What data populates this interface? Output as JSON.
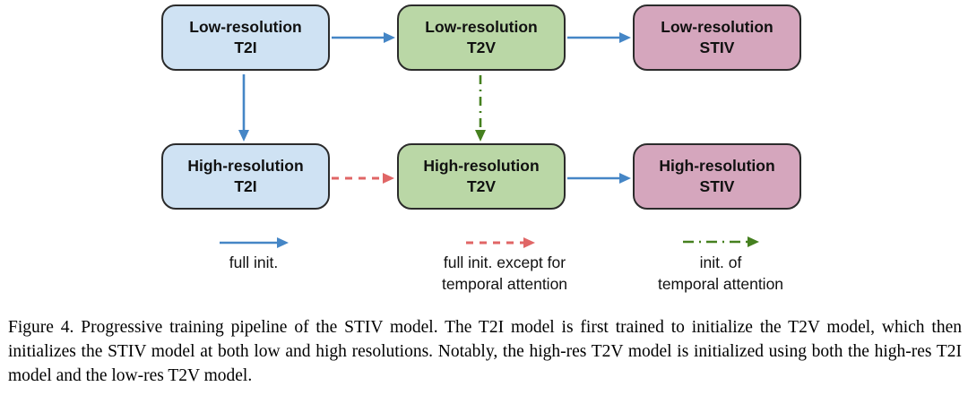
{
  "diagram": {
    "boxes": [
      {
        "line1": "Low-resolution",
        "line2": "T2I"
      },
      {
        "line1": "Low-resolution",
        "line2": "T2V"
      },
      {
        "line1": "Low-resolution",
        "line2": "STIV"
      },
      {
        "line1": "High-resolution",
        "line2": "T2I"
      },
      {
        "line1": "High-resolution",
        "line2": "T2V"
      },
      {
        "line1": "High-resolution",
        "line2": "STIV"
      }
    ],
    "legend": [
      {
        "line1": "full init.",
        "line2": "",
        "arrow_style": "solid blue"
      },
      {
        "line1": "full init. except for",
        "line2": "temporal attention",
        "arrow_style": "dashed red"
      },
      {
        "line1": "init. of",
        "line2": "temporal attention",
        "arrow_style": "dash-dot green"
      }
    ]
  },
  "caption": "Figure 4. Progressive training pipeline of the STIV model. The T2I model is first trained to initialize the T2V model, which then initializes the STIV model at both low and high resolutions. Notably, the high-res T2V model is initialized using both the high-res T2I model and the low-res T2V model.",
  "colors": {
    "box-blue": "#cfe2f3",
    "box-green": "#bad7a6",
    "box-pink": "#d5a6bd",
    "box-border": "#2b2b2b",
    "arrow-blue": "#4586c6",
    "arrow-red": "#e06666",
    "arrow-green": "#45801f",
    "text": "#111111"
  }
}
